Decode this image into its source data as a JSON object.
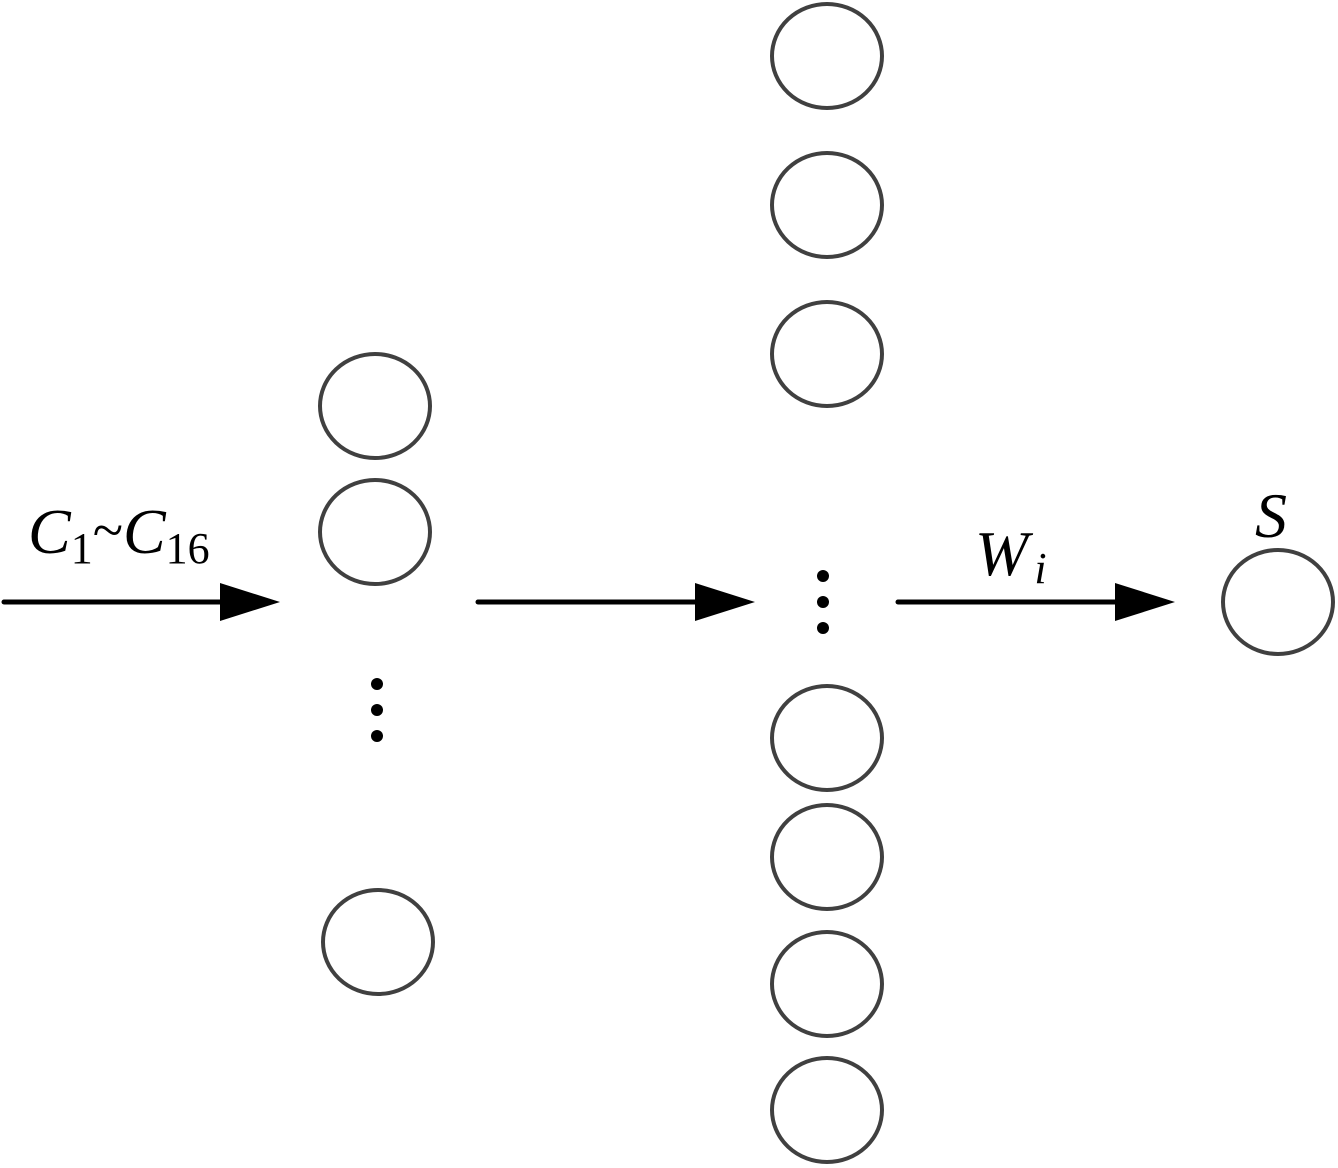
{
  "diagram": {
    "type": "neural-network",
    "input_label": {
      "main1": "C",
      "sub1": "1",
      "tilde": "~",
      "main2": "C",
      "sub2": "16"
    },
    "weight_label": {
      "main": "W",
      "sub": "i"
    },
    "output_label": "S",
    "layers": [
      {
        "name": "hidden-layer-1",
        "visible_nodes": 3,
        "has_ellipsis": true
      },
      {
        "name": "hidden-layer-2",
        "visible_nodes": 7,
        "has_ellipsis": true
      },
      {
        "name": "output-layer",
        "visible_nodes": 1,
        "has_ellipsis": false
      }
    ],
    "edges": [
      {
        "from": "input",
        "to": "hidden-layer-1",
        "label": "C1~C16"
      },
      {
        "from": "hidden-layer-1",
        "to": "hidden-layer-2",
        "label": ""
      },
      {
        "from": "hidden-layer-2",
        "to": "output-layer",
        "label": "Wi"
      }
    ],
    "colors": {
      "node_stroke": "#404040",
      "arrow": "#000000",
      "background": "#ffffff"
    }
  }
}
